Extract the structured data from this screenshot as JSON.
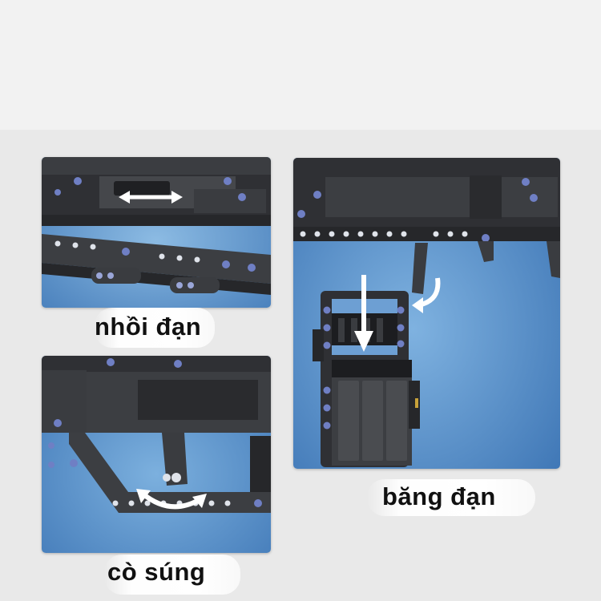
{
  "captions": {
    "loading": "nhồi đạn",
    "magazine": "băng đạn",
    "trigger": "cò súng"
  },
  "colors": {
    "background": "#f1f1f1",
    "panel_blue": "#4a83c2",
    "panel_blue_light": "#86b6e0",
    "brick_dark": "#2d2e31",
    "brick_mid": "#4a4c50",
    "pin_blue": "#6f7fc4",
    "arrow": "#ffffff"
  },
  "icons": {
    "loading_arrow": "double-horizontal-arrow-icon",
    "magazine_arrow": "down-arrow-icon",
    "magazine_rotate": "curved-arrow-icon",
    "trigger_rotate": "double-curved-arrow-icon"
  }
}
